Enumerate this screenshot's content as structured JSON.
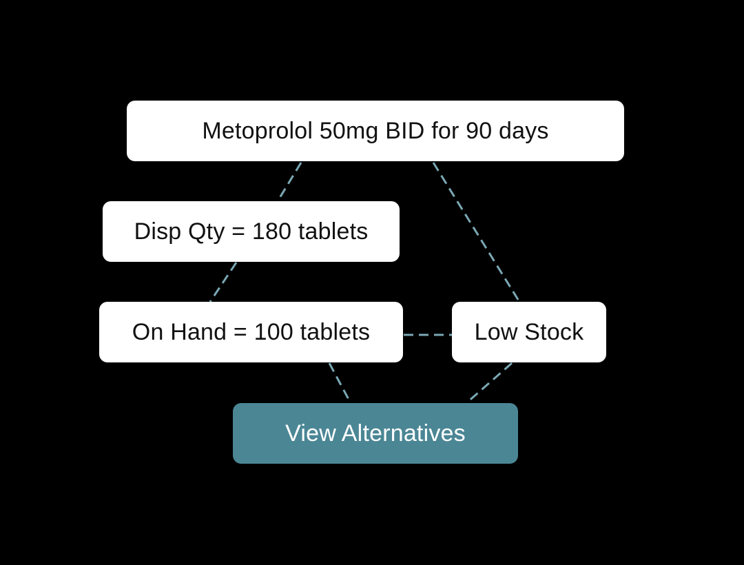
{
  "diagram": {
    "background": "#000000",
    "edge_color": "#7aa8b4",
    "action_color": "#4b8695",
    "nodes": {
      "prescription": {
        "label": "Metoprolol 50mg BID for 90 days"
      },
      "dispense_qty": {
        "label": "Disp Qty = 180 tablets"
      },
      "on_hand": {
        "label": "On Hand = 100 tablets"
      },
      "low_stock": {
        "label": "Low Stock"
      },
      "view_alternatives": {
        "label": "View Alternatives"
      }
    },
    "edges": [
      {
        "from": "prescription",
        "to": "dispense_qty"
      },
      {
        "from": "dispense_qty",
        "to": "on_hand"
      },
      {
        "from": "prescription",
        "to": "low_stock"
      },
      {
        "from": "on_hand",
        "to": "low_stock"
      },
      {
        "from": "on_hand",
        "to": "view_alternatives"
      },
      {
        "from": "low_stock",
        "to": "view_alternatives"
      }
    ]
  }
}
